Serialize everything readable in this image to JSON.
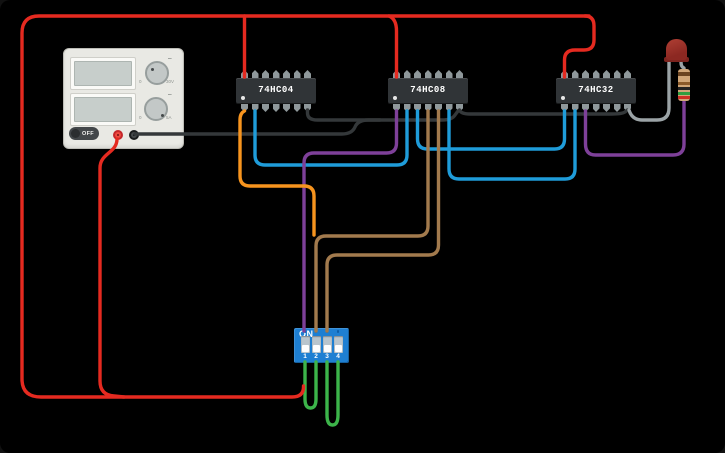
{
  "power_supply": {
    "off_label": "OFF",
    "voltage_knob": {
      "min_label": "0",
      "max_label": "30V",
      "icon": "⎓"
    },
    "current_knob": {
      "min_label": "0",
      "max_label": "5A",
      "icon": "⎓"
    }
  },
  "ics": [
    {
      "label": "74HC04"
    },
    {
      "label": "74HC08"
    },
    {
      "label": "74HC32"
    }
  ],
  "dip_switch": {
    "on_label": "ON",
    "positions": [
      "1",
      "2",
      "3",
      "4"
    ]
  },
  "wire_colors": {
    "red": "#e52a20",
    "black": "#34383a",
    "gray": "#9ba3a6",
    "blue": "#1f9cd9",
    "purple": "#7e4099",
    "orange": "#f7941e",
    "brown": "#a27a4d",
    "green": "#3cb44a"
  }
}
